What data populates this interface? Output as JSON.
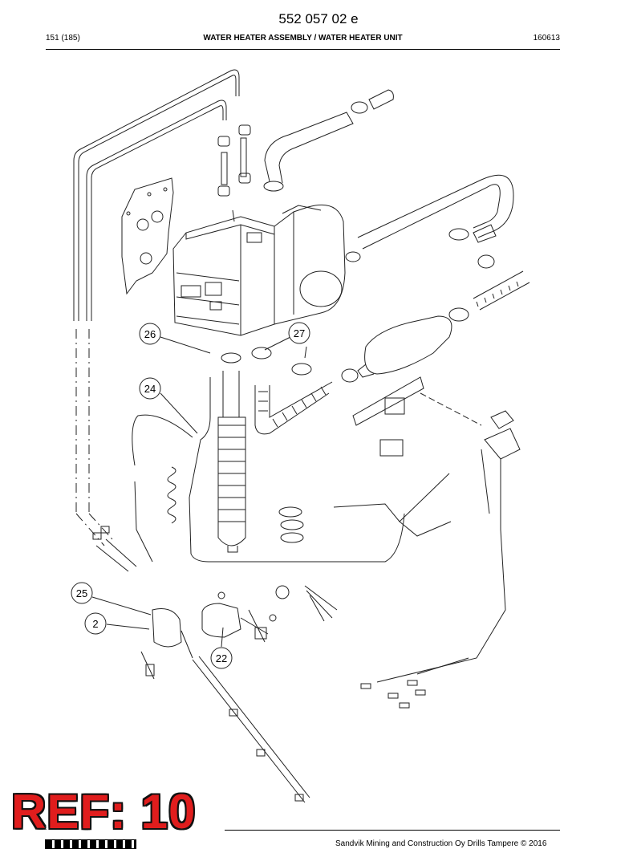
{
  "header": {
    "doc_number": "552 057 02 e",
    "page": "151 (185)",
    "title": "WATER HEATER ASSEMBLY / WATER HEATER UNIT",
    "date_code": "160613"
  },
  "callouts": [
    {
      "id": "26",
      "label": "26"
    },
    {
      "id": "27",
      "label": "27"
    },
    {
      "id": "24",
      "label": "24"
    },
    {
      "id": "25",
      "label": "25"
    },
    {
      "id": "2",
      "label": "2"
    },
    {
      "id": "22",
      "label": "22"
    }
  ],
  "footer": {
    "copyright": "Sandvik Mining and Construction Oy Drills Tampere © 2016"
  },
  "stamp": {
    "text": "REF: 10",
    "color": "#e01d1d"
  }
}
